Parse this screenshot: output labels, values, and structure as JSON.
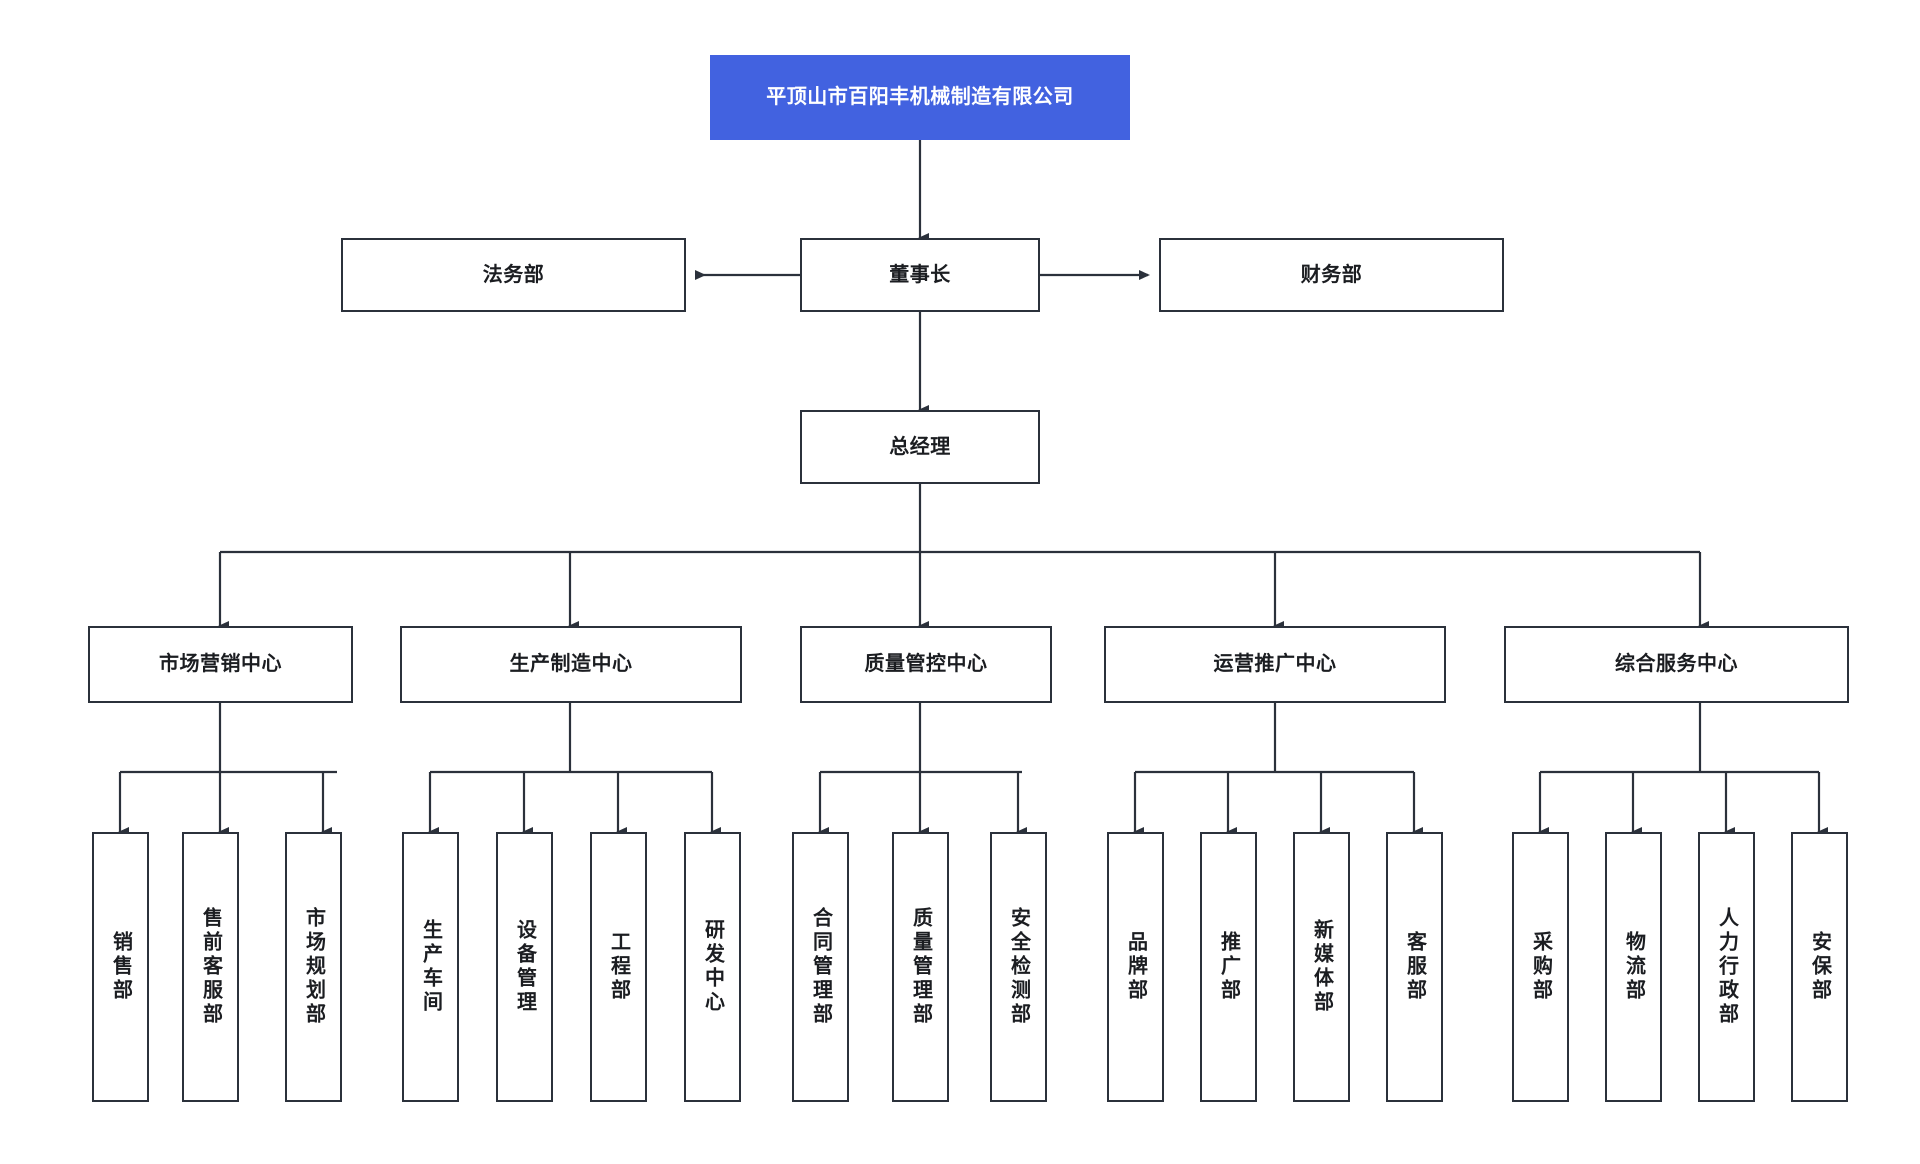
{
  "diagram": {
    "type": "org-chart",
    "title": "平顶山市百阳丰机械制造有限公司",
    "root": {
      "label": "平顶山市百阳丰机械制造有限公司",
      "color": "#4262e0",
      "text_color": "#ffffff"
    },
    "level1": {
      "center": "董事长",
      "left": "法务部",
      "right": "财务部"
    },
    "level2": {
      "label": "总经理"
    },
    "centers": [
      {
        "label": "市场营销中心",
        "departments": [
          "销售部",
          "售前客服部",
          "市场规划部"
        ]
      },
      {
        "label": "生产制造中心",
        "departments": [
          "生产车间",
          "设备管理",
          "工程部",
          "研发中心"
        ]
      },
      {
        "label": "质量管控中心",
        "departments": [
          "合同管理部",
          "质量管理部",
          "安全检测部"
        ]
      },
      {
        "label": "运营推广中心",
        "departments": [
          "品牌部",
          "推广部",
          "新媒体部",
          "客服部"
        ]
      },
      {
        "label": "综合服务中心",
        "departments": [
          "采购部",
          "物流部",
          "人力行政部",
          "安保部"
        ]
      }
    ],
    "style": {
      "border_color": "#2b313b",
      "line_color": "#2b313b",
      "background": "#ffffff",
      "accent": "#4262e0"
    }
  }
}
